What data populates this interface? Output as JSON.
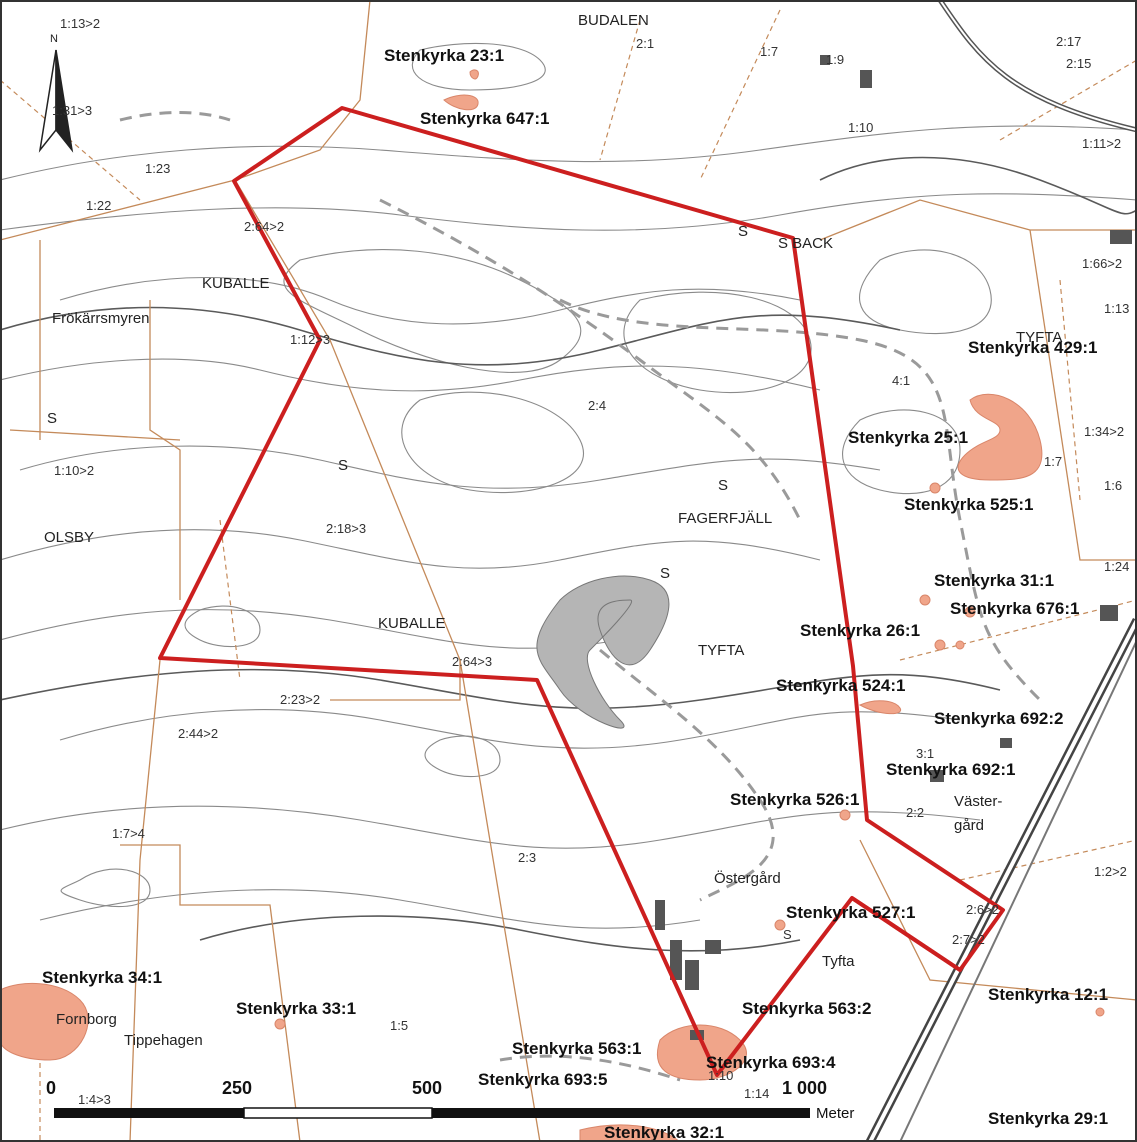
{
  "map": {
    "north_label": "N",
    "colors": {
      "boundary": "#cc1f1f",
      "ancient_site": "#f0a58a",
      "ancient_site_stroke": "#d9866a",
      "contour": "#8a8a8a",
      "contour_index": "#5a5a5a",
      "property_line": "#c48a5a",
      "path": "#9a9a9a",
      "railway": "#444444",
      "building": "#555555",
      "quarry": "#b5b5b5"
    },
    "site_labels": {
      "s23_1": "Stenkyrka 23:1",
      "s647_1": "Stenkyrka 647:1",
      "s429_1": "Stenkyrka 429:1",
      "s25_1": "Stenkyrka 25:1",
      "s525_1": "Stenkyrka 525:1",
      "s31_1": "Stenkyrka 31:1",
      "s676_1": "Stenkyrka 676:1",
      "s26_1": "Stenkyrka 26:1",
      "s524_1": "Stenkyrka 524:1",
      "s692_2": "Stenkyrka 692:2",
      "s692_1": "Stenkyrka 692:1",
      "s526_1": "Stenkyrka 526:1",
      "s527_1": "Stenkyrka 527:1",
      "s12_1": "Stenkyrka 12:1",
      "s34_1": "Stenkyrka 34:1",
      "s33_1": "Stenkyrka 33:1",
      "s563_1": "Stenkyrka 563:1",
      "s563_2": "Stenkyrka 563:2",
      "s693_4": "Stenkyrka 693:4",
      "s693_5": "Stenkyrka 693:5",
      "s32_1": "Stenkyrka 32:1",
      "s29_1": "Stenkyrka 29:1"
    },
    "place_labels": {
      "budalen": "BUDALEN",
      "kuballe_n": "KUBALLE",
      "frokarrsmyren": "Frökärrsmyren",
      "olsby": "OLSBY",
      "kuballe_s": "KUBALLE",
      "fagerfjall": "FAGERFJÄLL",
      "tyfta_mid": "TYFTA",
      "tyfta_ne": "TYFTA",
      "s_back": "S BACK",
      "ostergard": "Östergård",
      "vastergard_1": "Väster-",
      "vastergard_2": "gård",
      "tyfta_s": "Tyfta",
      "fornborg": "Fornborg",
      "tippehagen": "Tippehagen"
    },
    "property_labels": {
      "p1_13_2": "1:13>2",
      "p2_1": "2:1",
      "p1_7": "1:7",
      "p1_9": "1:9",
      "p2_17": "2:17",
      "p2_15": "2:15",
      "p1_31_3": "1:31>3",
      "p1_10_n": "1:10",
      "p1_11_2": "1:11>2",
      "p1_23": "1:23",
      "p1_22": "1:22",
      "p2_64_2": "2:64>2",
      "p1_66_2": "1:66>2",
      "p1_13": "1:13",
      "p1_12_3": "1:12>3",
      "p4_1": "4:1",
      "p2_4": "2:4",
      "p1_34_2": "1:34>2",
      "p1_7_e": "1:7",
      "p1_6": "1:6",
      "p1_10_2": "1:10>2",
      "p2_18_3": "2:18>3",
      "p1_24": "1:24",
      "p2_64_3": "2:64>3",
      "p2_23_2": "2:23>2",
      "p2_44_2": "2:44>2",
      "p3_1": "3:1",
      "p2_2": "2:2",
      "p1_7_4": "1:7>4",
      "p2_3": "2:3",
      "p1_2_2": "1:2>2",
      "p2_6_2": "2:6>2",
      "p2_7_2": "2:7>2",
      "p1_5": "1:5",
      "p1_4_3": "1:4>3",
      "p1_10_s": "1:10",
      "p1_14": "1:14"
    },
    "s_markers": [
      "S",
      "S",
      "S",
      "S",
      "S",
      "S",
      "S"
    ],
    "scale_bar": {
      "ticks": [
        "0",
        "250",
        "500",
        "1 000"
      ],
      "unit": "Meter"
    }
  }
}
